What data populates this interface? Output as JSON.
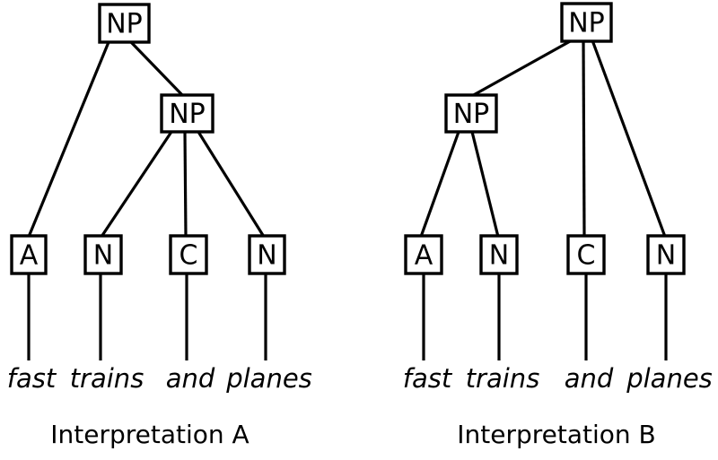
{
  "colors": {
    "ink": "#000000",
    "background": "#ffffff",
    "box_fill": "#ffffff"
  },
  "sentence": "fast trains and planes",
  "trees": [
    {
      "caption": "Interpretation A",
      "root": "NP",
      "inner": "NP",
      "leaves": [
        "A",
        "N",
        "C",
        "N"
      ],
      "words": [
        "fast",
        "trains",
        "and",
        "planes"
      ],
      "structure_note": "root NP dominates A and inner NP; inner NP dominates N, C, N"
    },
    {
      "caption": "Interpretation B",
      "root": "NP",
      "inner": "NP",
      "leaves": [
        "A",
        "N",
        "C",
        "N"
      ],
      "words": [
        "fast",
        "trains",
        "and",
        "planes"
      ],
      "structure_note": "root NP dominates inner NP, C, N; inner NP dominates A, N"
    }
  ]
}
